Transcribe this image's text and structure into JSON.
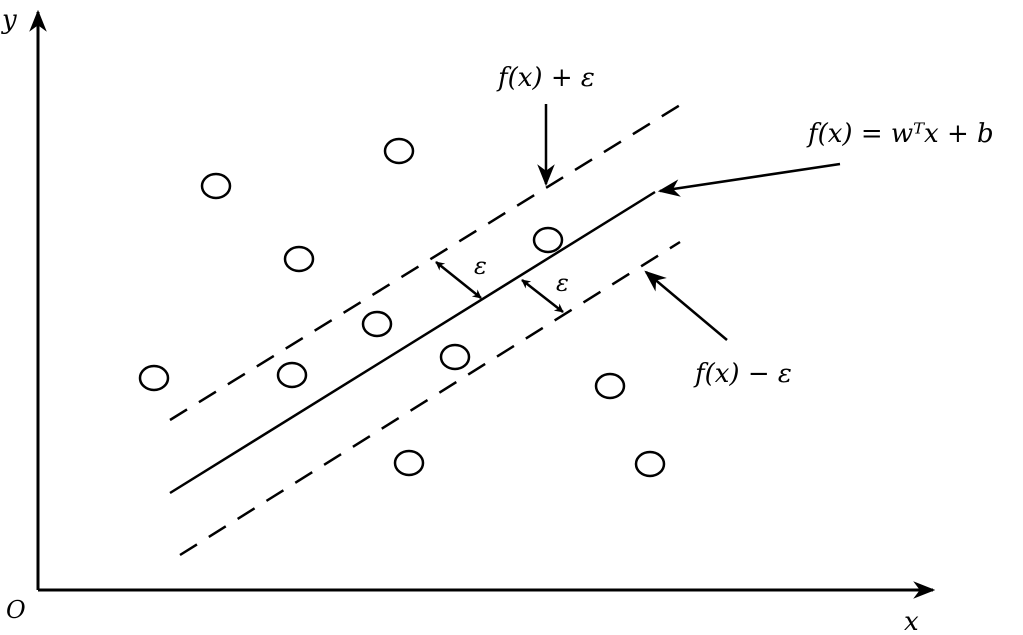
{
  "labels": {
    "y_axis": "y",
    "x_axis": "x",
    "origin": "O",
    "upper_bound": "f(x) + ε",
    "regression_line": "f(x) = wᵀx + b",
    "lower_bound": "f(x) − ε",
    "epsilon_upper": "ε",
    "epsilon_lower": "ε"
  },
  "colors": {
    "ink": "#000000",
    "background": "#ffffff"
  }
}
